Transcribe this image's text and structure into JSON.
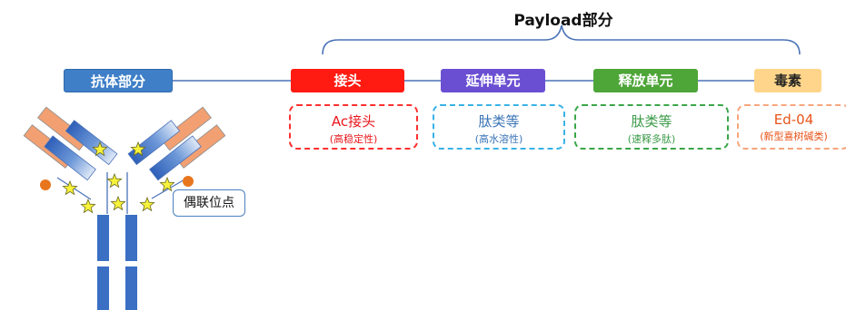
{
  "title": "Payload部分",
  "labels": {
    "antibody": "抗体部分",
    "linker": "接头",
    "extension": "延伸单元",
    "release": "释放单元",
    "toxin": "毒素"
  },
  "boxes": {
    "linker": {
      "main": "Ac接头",
      "sub": "(高稳定性)"
    },
    "extension": {
      "main": "肽类等",
      "sub": "(高水溶性)"
    },
    "release": {
      "main": "肽类等",
      "sub": "(速释多肽)"
    },
    "toxin": {
      "main": "Ed-04",
      "sub": "(新型喜树碱类)"
    }
  },
  "callout": "偶联位点",
  "colors": {
    "antibody": "#3f7fc7",
    "linker": "#ff1a12",
    "extension": "#6a4fd2",
    "release": "#4ea538",
    "toxin": "#fed58a",
    "light_chain": "#f2a072",
    "heavy_chain": "#3a6fc4",
    "star": "#f7f23a",
    "payload_dot": "#e8761e"
  }
}
